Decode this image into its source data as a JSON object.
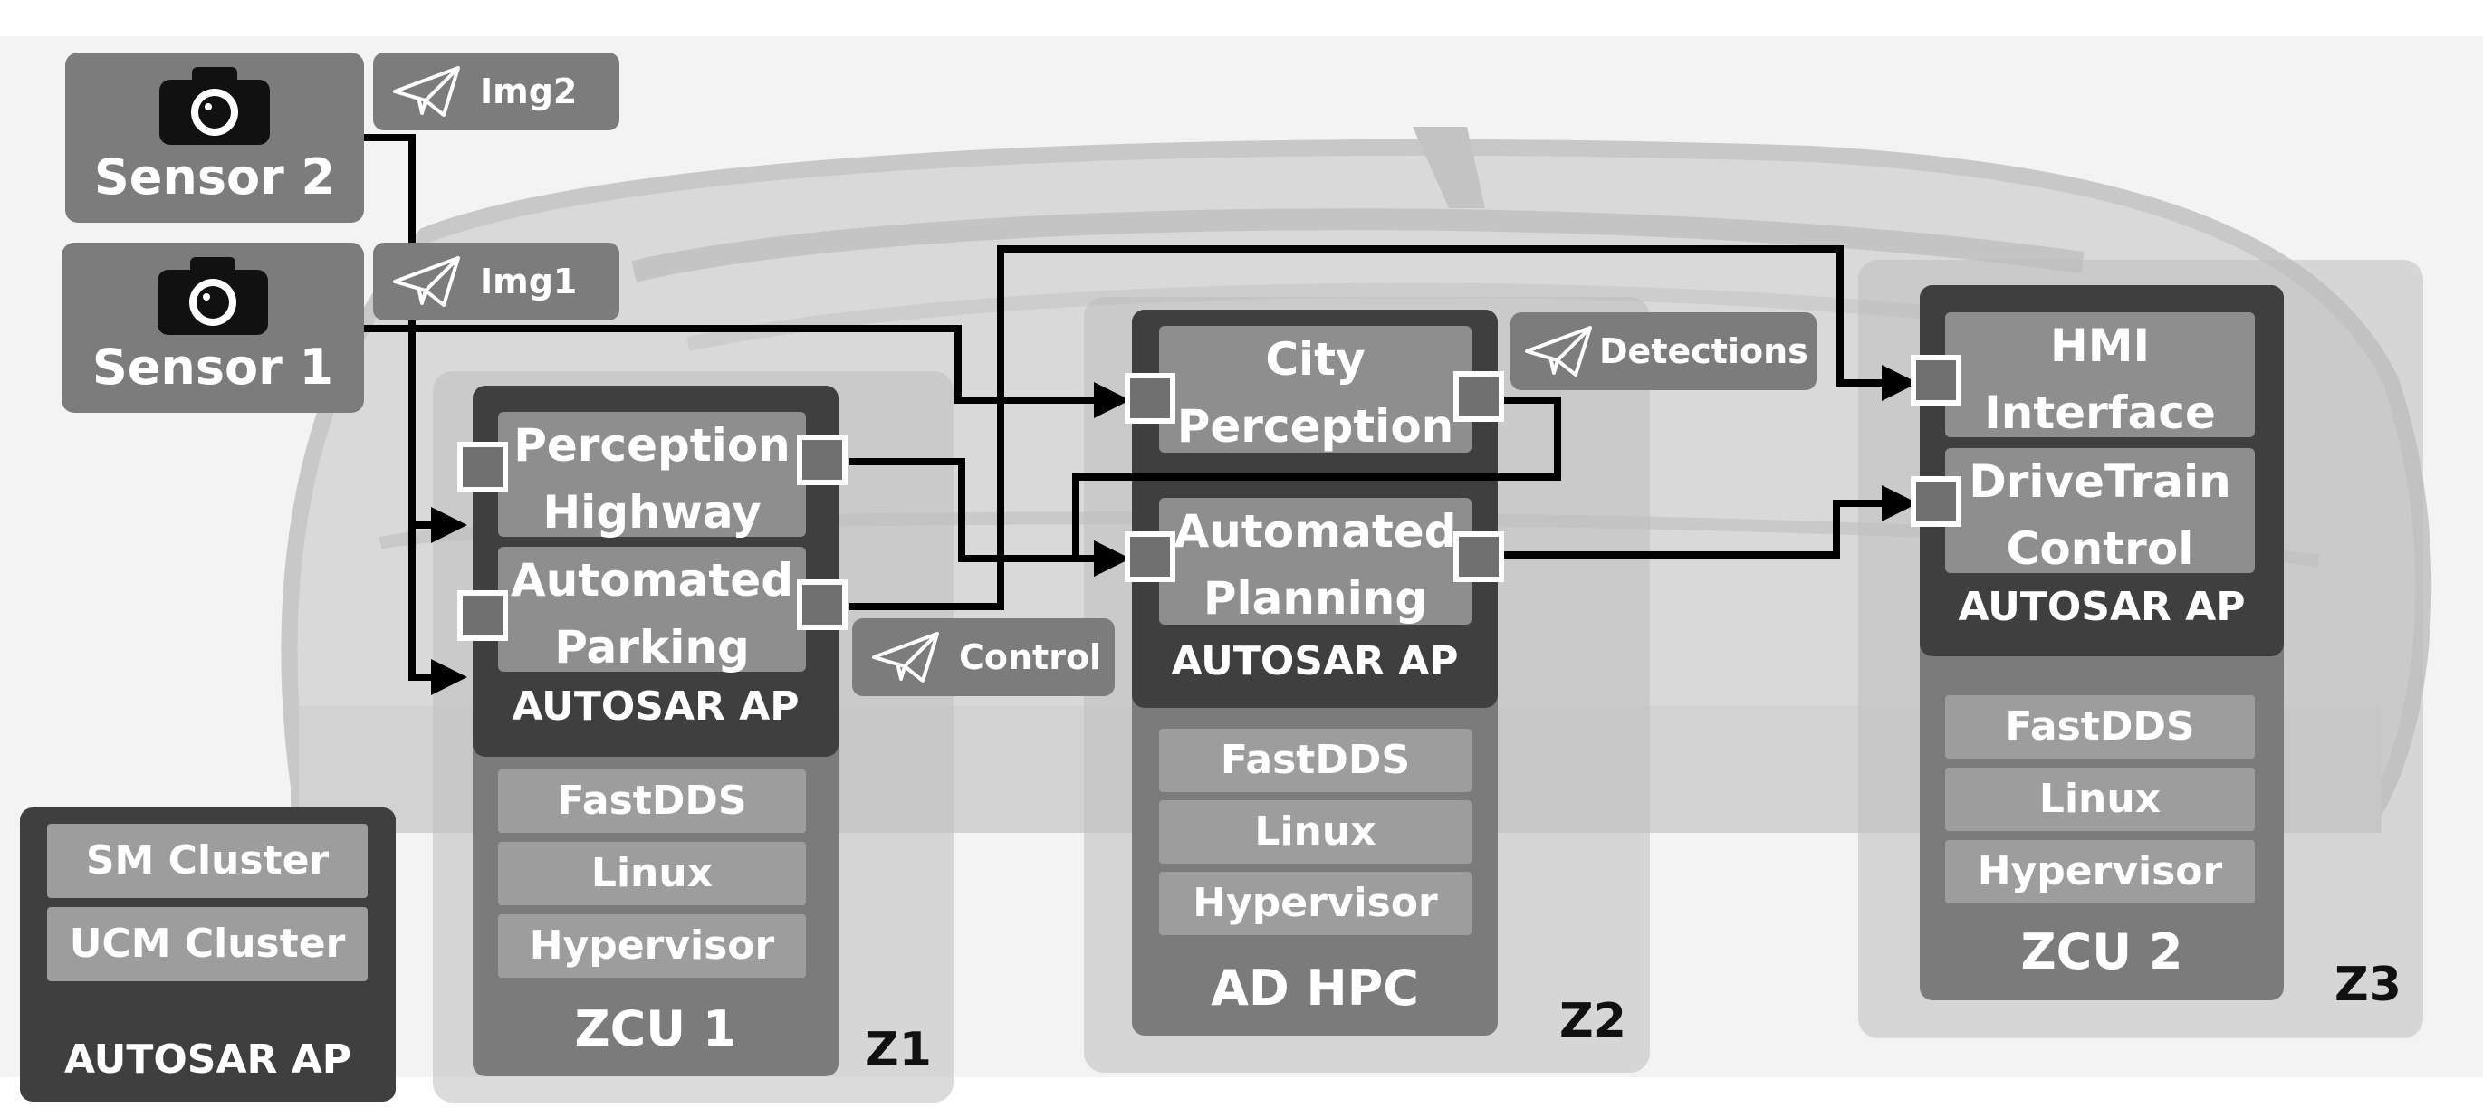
{
  "sensors": [
    {
      "label": "Sensor 2",
      "icon": "camera-icon"
    },
    {
      "label": "Sensor 1",
      "icon": "camera-icon"
    }
  ],
  "messages": {
    "img2": "Img2",
    "img1": "Img1",
    "control": "Control",
    "detections": "Detections"
  },
  "zones": {
    "z1": {
      "label": "Z1",
      "ecu_label": "ZCU 1",
      "platform": "AUTOSAR AP",
      "apps": [
        "Perception\nHighway",
        "Automated\nParking"
      ],
      "layers": [
        "FastDDS",
        "Linux",
        "Hypervisor"
      ]
    },
    "z2": {
      "label": "Z2",
      "ecu_label": "AD HPC",
      "platform": "AUTOSAR AP",
      "apps": [
        "City\nPerception",
        "Automated\nPlanning"
      ],
      "layers": [
        "FastDDS",
        "Linux",
        "Hypervisor"
      ]
    },
    "z3": {
      "label": "Z3",
      "ecu_label": "ZCU 2",
      "platform": "AUTOSAR AP",
      "apps": [
        "HMI\nInterface",
        "DriveTrain\nControl"
      ],
      "layers": [
        "FastDDS",
        "Linux",
        "Hypervisor"
      ]
    }
  },
  "legend": {
    "items": [
      "SM Cluster",
      "UCM Cluster"
    ],
    "platform": "AUTOSAR AP"
  },
  "colors": {
    "zone": "#bebebe",
    "ecu": "#7b7b7b",
    "platform": "#3f3f3f",
    "app": "#8e8e8e",
    "connector": "#000000"
  },
  "icons": {
    "message": "paper-plane-icon",
    "sensor": "camera-icon"
  }
}
